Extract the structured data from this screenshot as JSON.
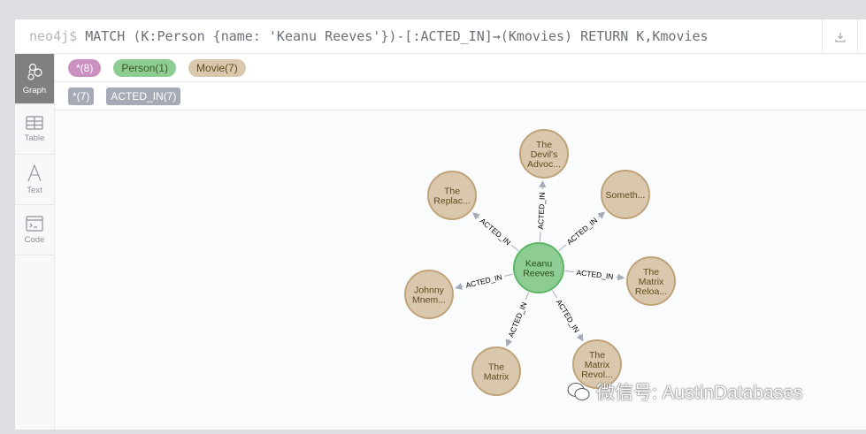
{
  "editor": {
    "prompt": "neo4j$",
    "query": "MATCH (K:Person {name: 'Keanu Reeves'})-[:ACTED_IN]→(Kmovies) RETURN K,Kmovies"
  },
  "sidebar": [
    {
      "label": "Graph",
      "icon": "graph-icon"
    },
    {
      "label": "Table",
      "icon": "table-icon"
    },
    {
      "label": "Text",
      "icon": "text-icon"
    },
    {
      "label": "Code",
      "icon": "code-icon"
    }
  ],
  "node_labels": [
    {
      "label": "*(8)",
      "color": "#c990c0"
    },
    {
      "label": "Person(1)",
      "color": "#8dcc93"
    },
    {
      "label": "Movie(7)",
      "color": "#d9c8ae"
    }
  ],
  "rel_types": [
    {
      "label": "*(7)"
    },
    {
      "label": "ACTED_IN(7)"
    }
  ],
  "graph": {
    "center": {
      "lines": [
        "Keanu",
        "Reeves"
      ],
      "color": "#8dcc93",
      "border": "#5db665"
    },
    "movie_color": "#d9c8ae",
    "movie_border": "#c0a378",
    "rel_label": "ACTED_IN",
    "movies": [
      {
        "lines": [
          "The",
          "Devil's",
          "Advoc..."
        ]
      },
      {
        "lines": [
          "Someth..."
        ]
      },
      {
        "lines": [
          "The",
          "Matrix",
          "Reloa..."
        ]
      },
      {
        "lines": [
          "The",
          "Matrix",
          "Revol..."
        ]
      },
      {
        "lines": [
          "The",
          "Matrix"
        ]
      },
      {
        "lines": [
          "Johnny",
          "Mnem..."
        ]
      },
      {
        "lines": [
          "The",
          "Replac..."
        ]
      }
    ]
  },
  "watermark": "微信号: AustinDatabases"
}
